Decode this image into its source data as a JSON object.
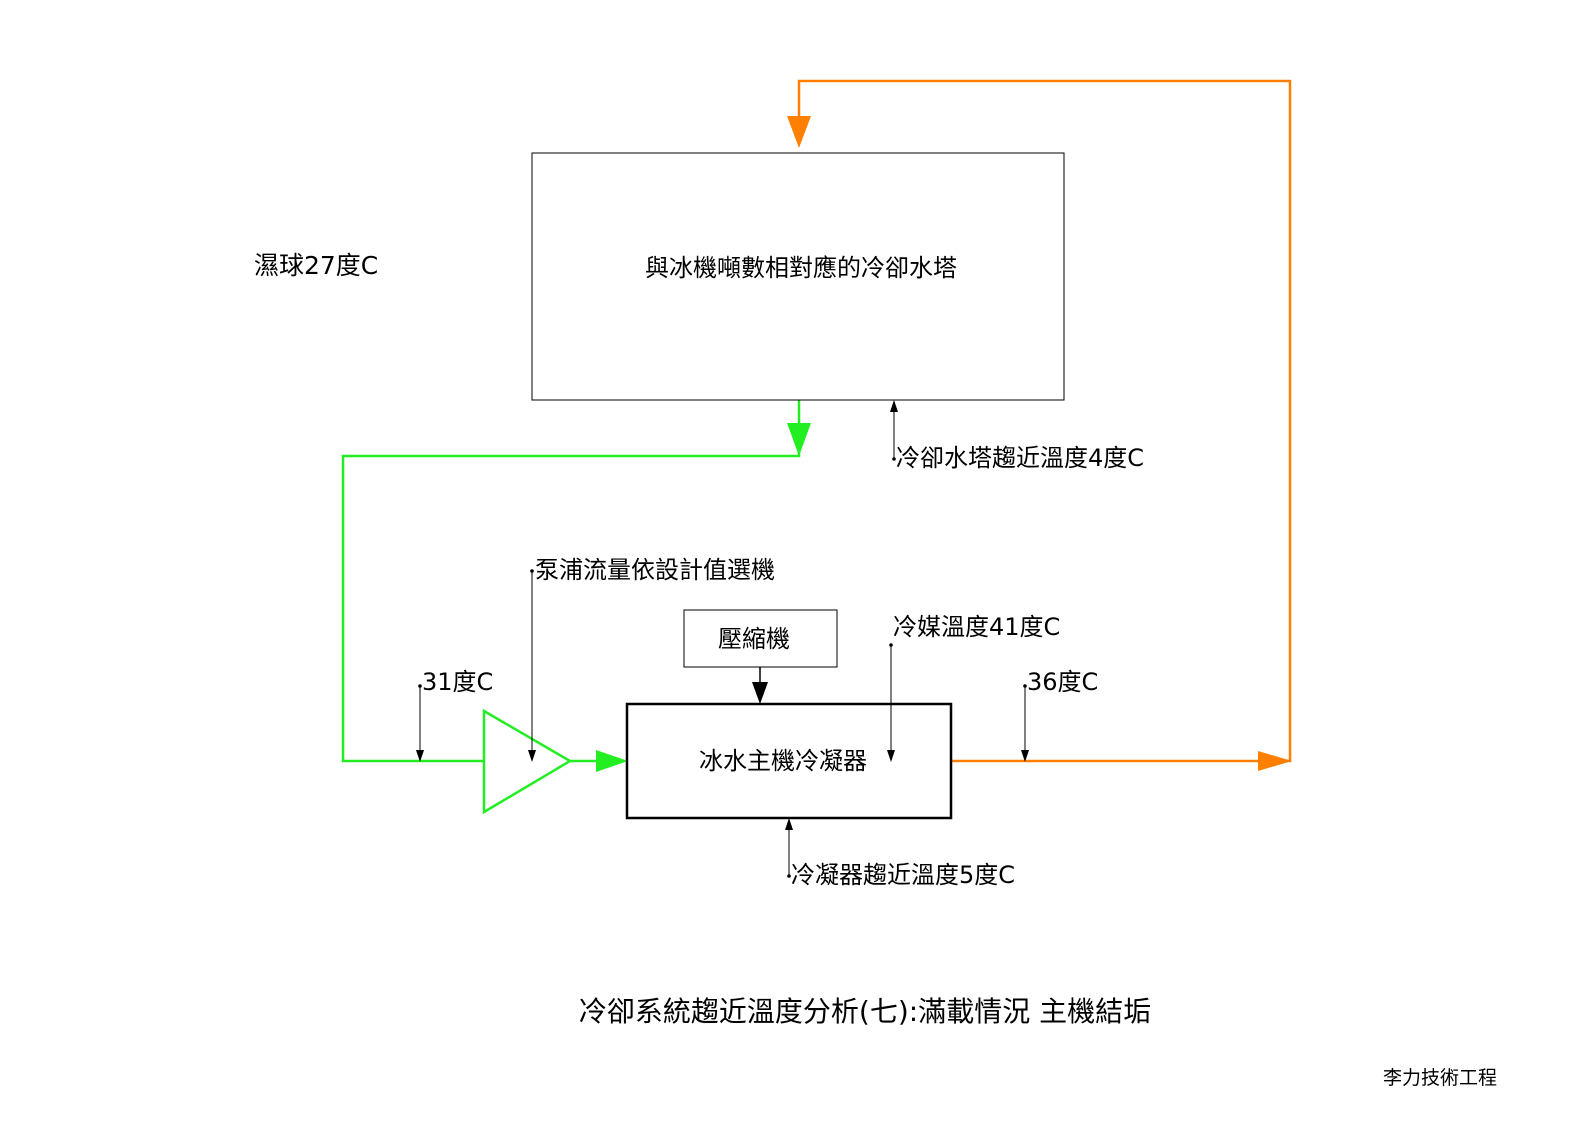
{
  "labels": {
    "cooling_tower": "與冰機噸數相對應的冷卻水塔",
    "wet_bulb": "濕球27度C",
    "tower_approach": "冷卻水塔趨近溫度4度C",
    "pump_flow": "泵浦流量依設計值選機",
    "compressor": "壓縮機",
    "refrigerant_temp": "冷媒溫度41度C",
    "supply_temp": "31度C",
    "return_temp": "36度C",
    "condenser": "冰水主機冷凝器",
    "condenser_approach": "冷凝器趨近溫度5度C",
    "title": "冷卻系統趨近溫度分析(七):滿載情況  主機結垢",
    "company": "李力技術工程"
  },
  "colors": {
    "supply_line": "#22ee22",
    "return_line": "#ff8000",
    "outline": "#000000"
  }
}
